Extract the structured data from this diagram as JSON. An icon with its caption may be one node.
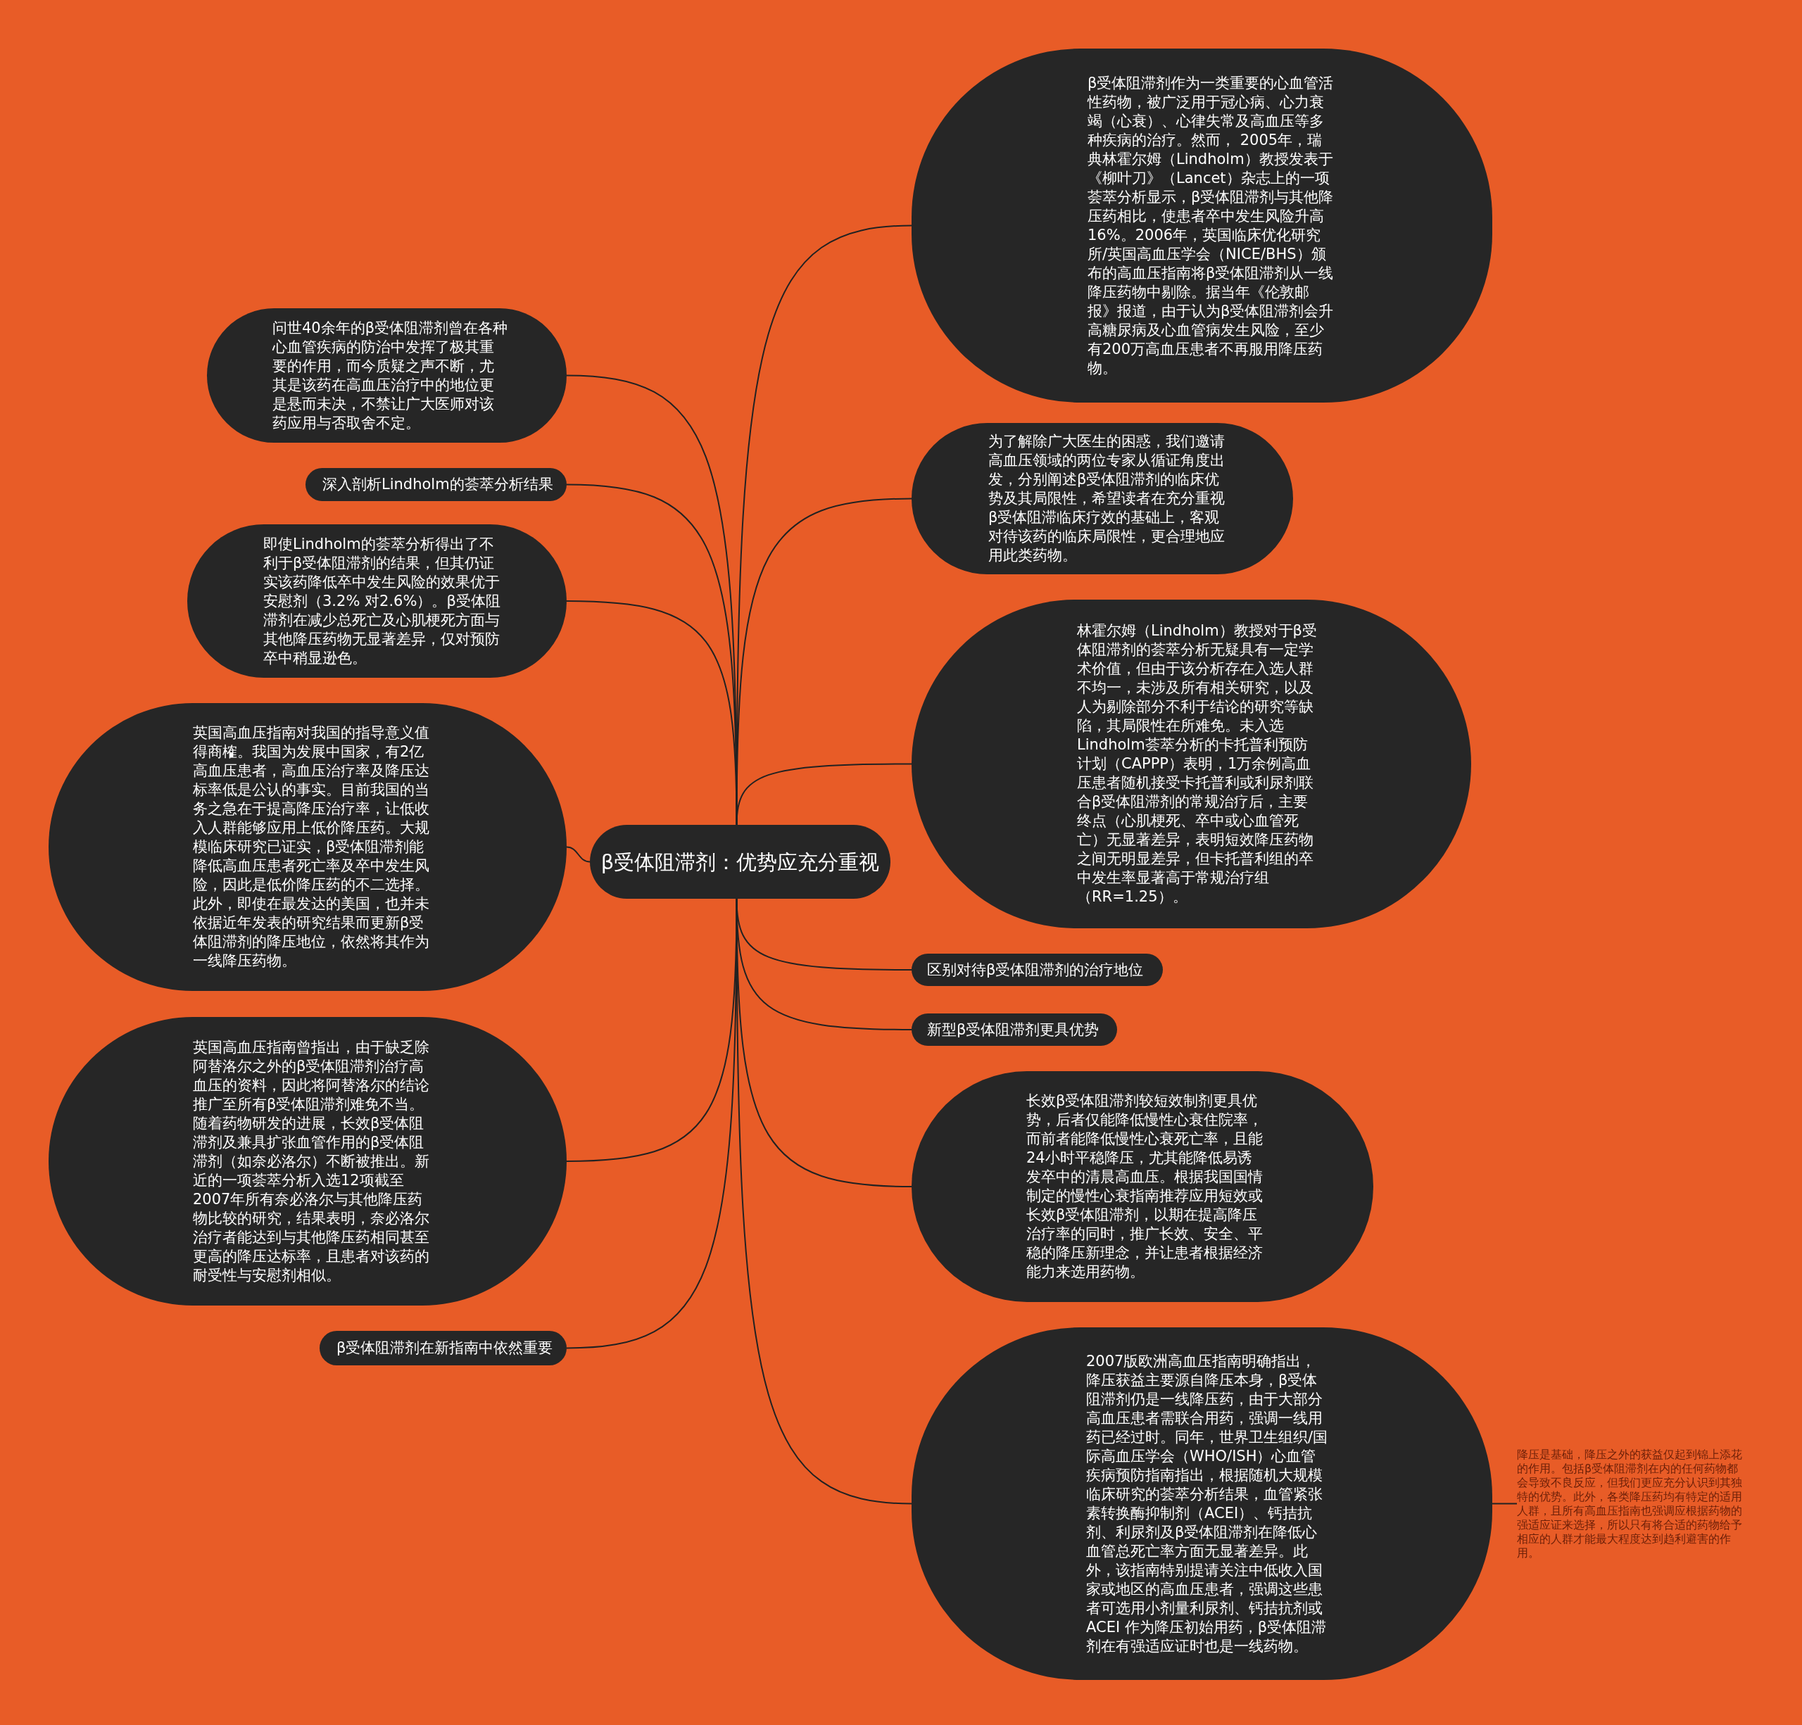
{
  "diagram": {
    "nodes": [
      {
        "text": [
          "β受体阻滞剂：优势应充分重视"
        ]
      },
      {
        "text": [
          "β受体阻滞剂作为一类重要的心血管活性药物，被广泛用于冠心病、心力衰竭（心衰）、心律失常及高血压等多种疾病的治疗。然而， 2005年，瑞典林霍尔姆（Lindholm）教授发表于《柳叶刀》（Lancet）杂志上的一项荟萃分析显示，β受体阻滞剂与其他降压药相比，使患者卒中发生风险升高16%。2006年，英国临床优化研究所/英国高血压学会（NICE/BHS）颁布的高血压指南将β受体阻滞剂从一线降压药物中剔除。据当年《伦敦邮报》报道，由于认为β受体阻滞剂会升高糖尿病及心血管病发生风险，至少有200万高血压患者不再服用降压药物。"
        ]
      },
      {
        "text": [
          "为了解除广大医生的困惑，我们邀请高血压领域的两位专家从循证角度出发，分别阐述β受体阻滞剂的临床优势及其局限性，希望读者在充分重视β受体阻滞临床疗效的基础上，客观对待该药的临床局限性，更合理地应用此类药物。"
        ]
      },
      {
        "text": [
          "林霍尔姆（Lindholm）教授对于β受体阻滞剂的荟萃分析无疑具有一定学术价值，但由于该分析存在入选人群不均一，未涉及所有相关研究，以及人为剔除部分不利于结论的研究等缺陷，其局限性在所难免。未入选Lindholm荟萃分析的卡托普利预防计划（CAPPP）表明，1万余例高血压患者随机接受卡托普利或利尿剂联合β受体阻滞剂的常规治疗后，主要终点（心肌梗死、卒中或心血管死亡）无显著差异，表明短效降压药物之间无明显差异，但卡托普利组的卒中发生率显著高于常规治疗组（RR=1.25）。"
        ]
      },
      {
        "text": [
          "区别对待β受体阻滞剂的治疗地位"
        ]
      },
      {
        "text": [
          "新型β受体阻滞剂更具优势"
        ]
      },
      {
        "text": [
          "长效β受体阻滞剂较短效制剂更具优势，后者仅能降低慢性心衰住院率，而前者能降低慢性心衰死亡率，且能24小时平稳降压，尤其能降低易诱发卒中的清晨高血压。根据我国国情制定的慢性心衰指南推荐应用短效或长效β受体阻滞剂，以期在提高降压治疗率的同时，推广长效、安全、平稳的降压新理念，并让患者根据经济能力来选用药物。"
        ]
      },
      {
        "text": [
          "2007版欧洲高血压指南明确指出，降压获益主要源自降压本身，β受体阻滞剂仍是一线降压药，由于大部分高血压患者需联合用药，强调一线用药已经过时。同年，世界卫生组织/国际高血压学会（WHO/ISH）心血管疾病预防指南指出，根据随机大规模临床研究的荟萃分析结果，血管紧张素转换酶抑制剂（ACEI）、钙拮抗剂、利尿剂及β受体阻滞剂在降低心血管总死亡率方面无显著差异。此外，该指南特别提请关注中低收入国家或地区的高血压患者，强调这些患者可选用小剂量利尿剂、钙拮抗剂或ACEI 作为降压初始用药，β受体阻滞剂在有强适应证时也是一线药物。"
        ]
      },
      {
        "text": [
          "降压是基础，降压之外的获益仅起到锦上添花的作用。包括β受体阻滞剂在内的任何药物都会导致不良反应，但我们更应充分认识到其独特的优势。此外，各类降压药均有特定的适用人群，且所有高血压指南也强调应根据药物的强适应证来选择，所以只有将合适的药物给予相应的人群才能最大程度达到趋利避害的作用。"
        ]
      },
      {
        "text": [
          "问世40余年的β受体阻滞剂曾在各种心血管疾病的防治中发挥了极其重要的作用，而今质疑之声不断，尤其是该药在高血压治疗中的地位更是悬而未决，不禁让广大医师对该药应用与否取舍不定。"
        ]
      },
      {
        "text": [
          "深入剖析Lindholm的荟萃分析结果"
        ]
      },
      {
        "text": [
          "即使Lindholm的荟萃分析得出了不利于β受体阻滞剂的结果，但其仍证实该药降低卒中发生风险的效果优于安慰剂（3.2% 对2.6%）。β受体阻滞剂在减少总死亡及心肌梗死方面与其他降压药物无显著差异，仅对预防卒中稍显逊色。"
        ]
      },
      {
        "text": [
          "英国高血压指南对我国的指导意义值得商榷。我国为发展中国家，有2亿高血压患者，高血压治疗率及降压达标率低是公认的事实。目前我国的当务之急在于提高降压治疗率，让低收入人群能够应用上低价降压药。大规模临床研究已证实，β受体阻滞剂能降低高血压患者死亡率及卒中发生风险，因此是低价降压药的不二选择。此外，即使在最发达的美国，也并未依据近年发表的研究结果而更新β受体阻滞剂的降压地位，依然将其作为一线降压药物。"
        ]
      },
      {
        "text": [
          "英国高血压指南曾指出，由于缺乏除阿替洛尔之外的β受体阻滞剂治疗高血压的资料，因此将阿替洛尔的结论推广至所有β受体阻滞剂难免不当。随着药物研发的进展，长效β受体阻滞剂及兼具扩张血管作用的β受体阻滞剂（如奈必洛尔）不断被推出。新近的一项荟萃分析入选12项截至2007年所有奈必洛尔与其他降压药物比较的研究，结果表明，奈必洛尔治疗者能达到与其他降压药相同甚至更高的降压达标率，且患者对该药的耐受性与安慰剂相似。"
        ]
      },
      {
        "text": [
          "β受体阻滞剂在新指南中依然重要"
        ]
      }
    ],
    "edges": [
      {
        "from": 0,
        "to": 1,
        "arrow": "none"
      },
      {
        "from": 0,
        "to": 2,
        "arrow": "none"
      },
      {
        "from": 0,
        "to": 3,
        "arrow": "none"
      },
      {
        "from": 0,
        "to": 4,
        "arrow": "none"
      },
      {
        "from": 0,
        "to": 5,
        "arrow": "none"
      },
      {
        "from": 0,
        "to": 6,
        "arrow": "none"
      },
      {
        "from": 0,
        "to": 7,
        "arrow": "none"
      },
      {
        "from": 7,
        "to": 8,
        "arrow": "none"
      },
      {
        "from": 0,
        "to": 9,
        "arrow": "none"
      },
      {
        "from": 0,
        "to": 10,
        "arrow": "none"
      },
      {
        "from": 0,
        "to": 11,
        "arrow": "none"
      },
      {
        "from": 0,
        "to": 12,
        "arrow": "none"
      },
      {
        "from": 0,
        "to": 13,
        "arrow": "none"
      },
      {
        "from": 0,
        "to": 14,
        "arrow": "none"
      }
    ]
  }
}
